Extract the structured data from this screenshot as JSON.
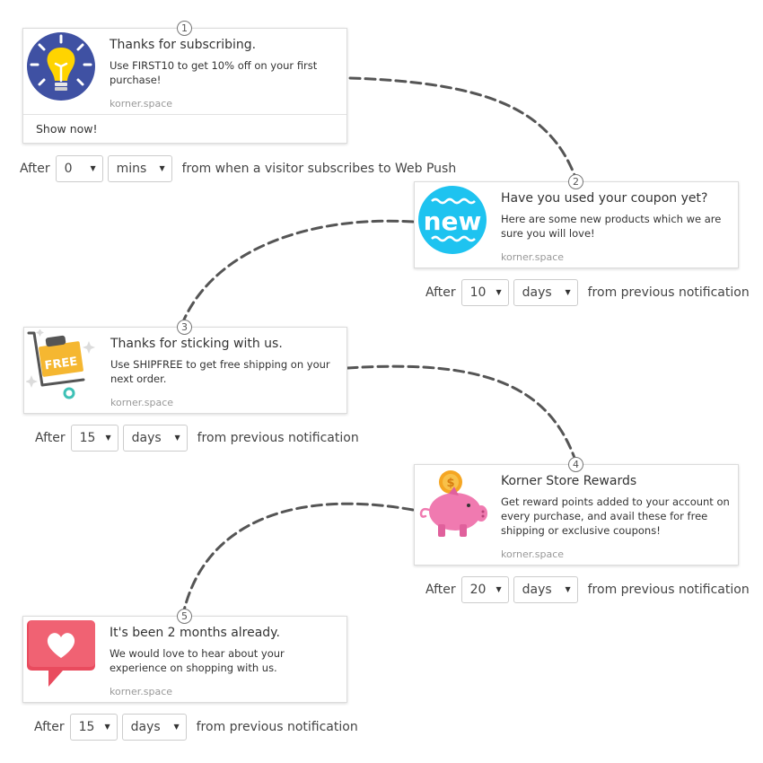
{
  "common": {
    "after_label": "After"
  },
  "notifications": [
    {
      "step": "1",
      "title": "Thanks for subscribing.",
      "body": "Use FIRST10 to get 10% off on your first purchase!",
      "domain": "korner.space",
      "action": "Show now!",
      "icon": "lightbulb-icon",
      "delay_value": "0",
      "delay_unit": "mins",
      "suffix": "from when a visitor subscribes to Web Push"
    },
    {
      "step": "2",
      "title": "Have you used your coupon yet?",
      "body": "Here are some new products which we are sure you will love!",
      "domain": "korner.space",
      "icon": "new-badge-icon",
      "delay_value": "10",
      "delay_unit": "days",
      "suffix": "from previous notification"
    },
    {
      "step": "3",
      "title": "Thanks for sticking with us.",
      "body": "Use SHIPFREE to get free shipping on your next order.",
      "domain": "korner.space",
      "icon": "free-shipping-cart-icon",
      "delay_value": "15",
      "delay_unit": "days",
      "suffix": "from previous notification"
    },
    {
      "step": "4",
      "title": "Korner Store Rewards",
      "body": "Get reward points added to your account on every purchase, and avail these for free shipping or exclusive coupons!",
      "domain": "korner.space",
      "icon": "piggy-bank-icon",
      "delay_value": "20",
      "delay_unit": "days",
      "suffix": "from previous notification"
    },
    {
      "step": "5",
      "title": "It's been 2 months already.",
      "body": "We would love to hear about your experience on shopping with us.",
      "domain": "korner.space",
      "icon": "heart-chat-icon",
      "delay_value": "15",
      "delay_unit": "days",
      "suffix": "from previous notification"
    }
  ],
  "colors": {
    "connector": "#555555",
    "bulb_bg": "#3f51a3",
    "bulb": "#ffd400",
    "new_bg": "#1ec3f0",
    "free_box": "#f5b731",
    "piggy": "#f07ab0",
    "coin": "#f5a623",
    "heart_bubble": "#e94b5e"
  }
}
